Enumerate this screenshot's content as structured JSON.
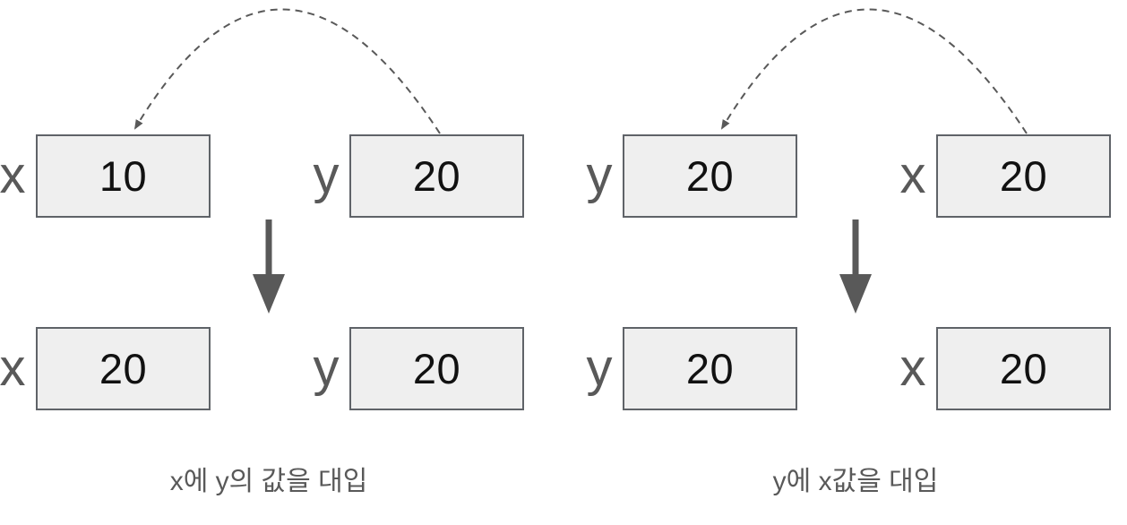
{
  "colors": {
    "box_fill": "#efefef",
    "box_border": "#5f6368",
    "label_gray": "#595959",
    "value_black": "#111111",
    "arrow_gray": "#595959",
    "page_bg": "#ffffff"
  },
  "icons": {
    "copy_arc": "dashed-curved-arrow",
    "assign_arrow": "solid-down-arrow"
  },
  "panels": [
    {
      "caption": "x에 y의 값을 대입",
      "top_row": [
        {
          "label": "x",
          "value": "10"
        },
        {
          "label": "y",
          "value": "20"
        }
      ],
      "bottom_row": [
        {
          "label": "x",
          "value": "20"
        },
        {
          "label": "y",
          "value": "20"
        }
      ]
    },
    {
      "caption": "y에 x값을 대입",
      "top_row": [
        {
          "label": "y",
          "value": "20"
        },
        {
          "label": "x",
          "value": "20"
        }
      ],
      "bottom_row": [
        {
          "label": "y",
          "value": "20"
        },
        {
          "label": "x",
          "value": "20"
        }
      ]
    }
  ]
}
